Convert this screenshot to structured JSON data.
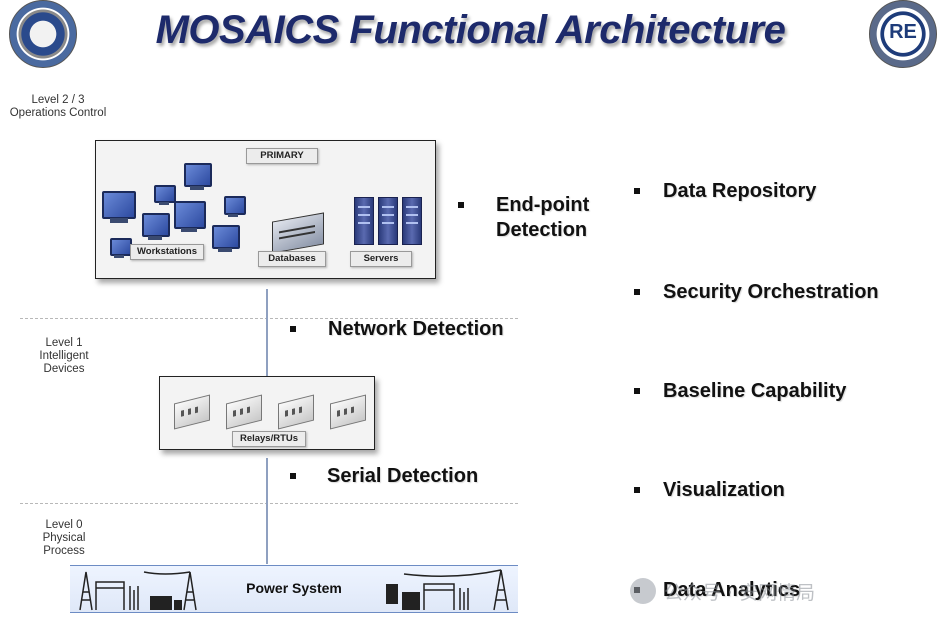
{
  "title": "MOSAICS Functional Architecture",
  "levels": [
    {
      "label_lines": [
        "Level 2 / 3",
        "Operations Control"
      ]
    },
    {
      "label_lines": [
        "Level 1",
        "Intelligent",
        "Devices"
      ]
    },
    {
      "label_lines": [
        "Level 0",
        "Physical",
        "Process"
      ]
    }
  ],
  "primary_box": {
    "header": "PRIMARY",
    "workstations_label": "Workstations",
    "databases_label": "Databases",
    "servers_label": "Servers"
  },
  "relays_box": {
    "label": "Relays/RTUs"
  },
  "power_system": {
    "label": "Power System"
  },
  "detections": {
    "endpoint": [
      "End-point",
      "Detection"
    ],
    "network": "Network Detection",
    "serial": "Serial Detection"
  },
  "capabilities": [
    "Data Repository",
    "Security Orchestration",
    "Baseline Capability",
    "Visualization",
    "Data Analytics"
  ],
  "watermark": "公众号 · 安网情局"
}
